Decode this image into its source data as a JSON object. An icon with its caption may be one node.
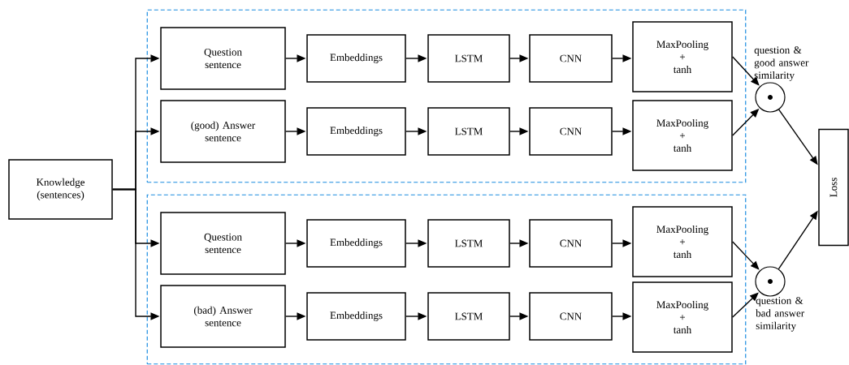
{
  "diagram": {
    "nodes": [
      {
        "text": [
          "Knowledge (sentences)"
        ]
      },
      {
        "text": [],
        "shape": "box"
      },
      {
        "text": [
          "Question sentence"
        ],
        "in": 1
      },
      {
        "text": [
          "Embeddings"
        ],
        "in": 1
      },
      {
        "text": [
          "LSTM"
        ],
        "in": 1
      },
      {
        "text": [
          "CNN"
        ],
        "in": 1
      },
      {
        "text": [
          "MaxPooling + tanh"
        ],
        "in": 1
      },
      {
        "text": [
          "(good) Answer sentence"
        ],
        "in": 1
      },
      {
        "text": [
          "Embeddings"
        ],
        "in": 1
      },
      {
        "text": [
          "LSTM"
        ],
        "in": 1
      },
      {
        "text": [
          "CNN"
        ],
        "in": 1
      },
      {
        "text": [
          "MaxPooling + tanh"
        ],
        "in": 1
      },
      {
        "text": [],
        "shape": "box"
      },
      {
        "text": [
          "Question sentence"
        ],
        "in": 12
      },
      {
        "text": [
          "Embeddings"
        ],
        "in": 12
      },
      {
        "text": [
          "LSTM"
        ],
        "in": 12
      },
      {
        "text": [
          "CNN"
        ],
        "in": 12
      },
      {
        "text": [
          "MaxPooling + tanh"
        ],
        "in": 12
      },
      {
        "text": [
          "(bad) Answer sentence"
        ],
        "in": 12
      },
      {
        "text": [
          "Embeddings"
        ],
        "in": 12
      },
      {
        "text": [
          "LSTM"
        ],
        "in": 12
      },
      {
        "text": [
          "CNN"
        ],
        "in": 12
      },
      {
        "text": [
          "MaxPooling + tanh"
        ],
        "in": 12
      },
      {
        "text": [],
        "shape": "circle",
        "beside": [
          "question & good answer similarity"
        ]
      },
      {
        "text": [],
        "shape": "circle",
        "beside": [
          "question & bad answer similarity"
        ]
      },
      {
        "text": [
          "Loss"
        ]
      }
    ],
    "edges": [
      {
        "from": 0,
        "to": 2,
        "arrow": "to"
      },
      {
        "from": 0,
        "to": 7,
        "arrow": "to"
      },
      {
        "from": 0,
        "to": 13,
        "arrow": "to"
      },
      {
        "from": 0,
        "to": 18,
        "arrow": "to"
      },
      {
        "from": 2,
        "to": 3,
        "arrow": "to"
      },
      {
        "from": 3,
        "to": 4,
        "arrow": "to"
      },
      {
        "from": 4,
        "to": 5,
        "arrow": "to"
      },
      {
        "from": 5,
        "to": 6,
        "arrow": "to"
      },
      {
        "from": 7,
        "to": 8,
        "arrow": "to"
      },
      {
        "from": 8,
        "to": 9,
        "arrow": "to"
      },
      {
        "from": 9,
        "to": 10,
        "arrow": "to"
      },
      {
        "from": 10,
        "to": 11,
        "arrow": "to"
      },
      {
        "from": 13,
        "to": 14,
        "arrow": "to"
      },
      {
        "from": 14,
        "to": 15,
        "arrow": "to"
      },
      {
        "from": 15,
        "to": 16,
        "arrow": "to"
      },
      {
        "from": 16,
        "to": 17,
        "arrow": "to"
      },
      {
        "from": 18,
        "to": 19,
        "arrow": "to"
      },
      {
        "from": 19,
        "to": 20,
        "arrow": "to"
      },
      {
        "from": 20,
        "to": 21,
        "arrow": "to"
      },
      {
        "from": 21,
        "to": 22,
        "arrow": "to"
      },
      {
        "from": 6,
        "to": 23,
        "arrow": "to"
      },
      {
        "from": 11,
        "to": 23,
        "arrow": "to"
      },
      {
        "from": 17,
        "to": 24,
        "arrow": "to"
      },
      {
        "from": 22,
        "to": 24,
        "arrow": "to"
      },
      {
        "from": 23,
        "to": 25,
        "arrow": "to"
      },
      {
        "from": 24,
        "to": 25,
        "arrow": "to"
      }
    ]
  }
}
